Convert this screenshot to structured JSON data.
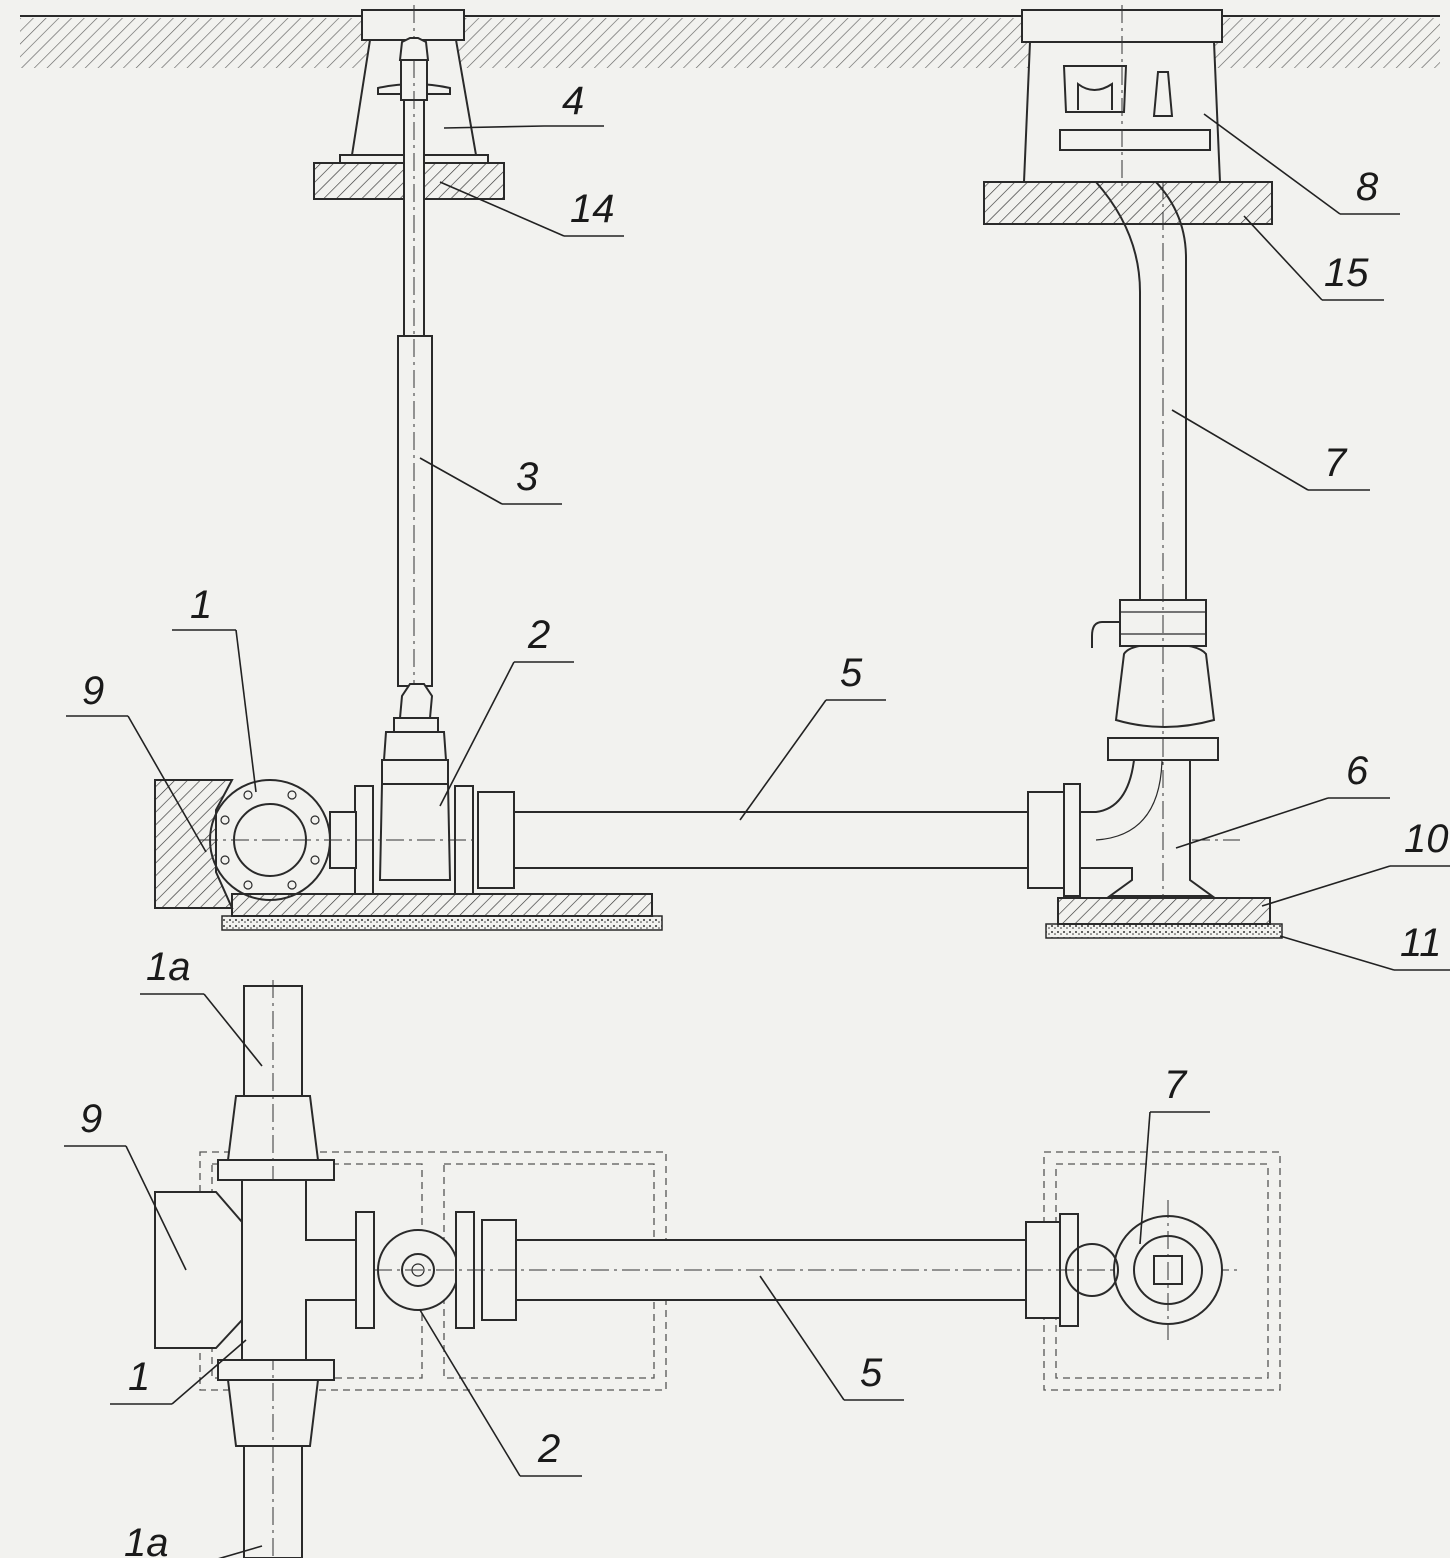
{
  "labels": {
    "l4": "4",
    "l14": "14",
    "l3": "3",
    "l1_top": "1",
    "l2_top": "2",
    "l9_top": "9",
    "l5_top": "5",
    "l8": "8",
    "l15": "15",
    "l7_top": "7",
    "l6": "6",
    "l10": "10",
    "l11": "11",
    "l1a_top": "1a",
    "l9_bot": "9",
    "l1_bot": "1",
    "l2_bot": "2",
    "l5_bot": "5",
    "l7_bot": "7",
    "l1a_bot": "1a"
  }
}
